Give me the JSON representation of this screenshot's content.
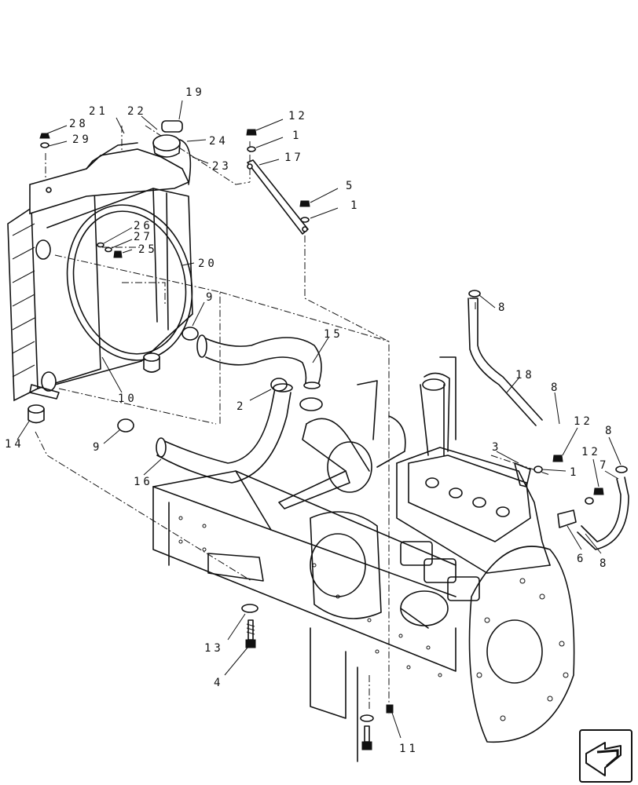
{
  "callouts": {
    "c19": "19",
    "c21": "21",
    "c22": "22",
    "c28": "28",
    "c29": "29",
    "c24": "24",
    "c23": "23",
    "c12a": "12",
    "c1a": "1",
    "c17": "17",
    "c5": "5",
    "c1b": "1",
    "c26": "26",
    "c27": "27",
    "c25": "25",
    "c20": "20",
    "c9a": "9",
    "c15": "15",
    "c8a": "8",
    "c18": "18",
    "c10": "10",
    "c2": "2",
    "c14": "14",
    "c9b": "9",
    "c16": "16",
    "c8b": "8",
    "c12b": "12",
    "c3": "3",
    "c1c": "1",
    "c12c": "12",
    "c8c": "8",
    "c7": "7",
    "c6": "6",
    "c8d": "8",
    "c13": "13",
    "c4": "4",
    "c11": "11"
  },
  "icons": {
    "nav_arrow": "page-turn-arrow-icon"
  }
}
